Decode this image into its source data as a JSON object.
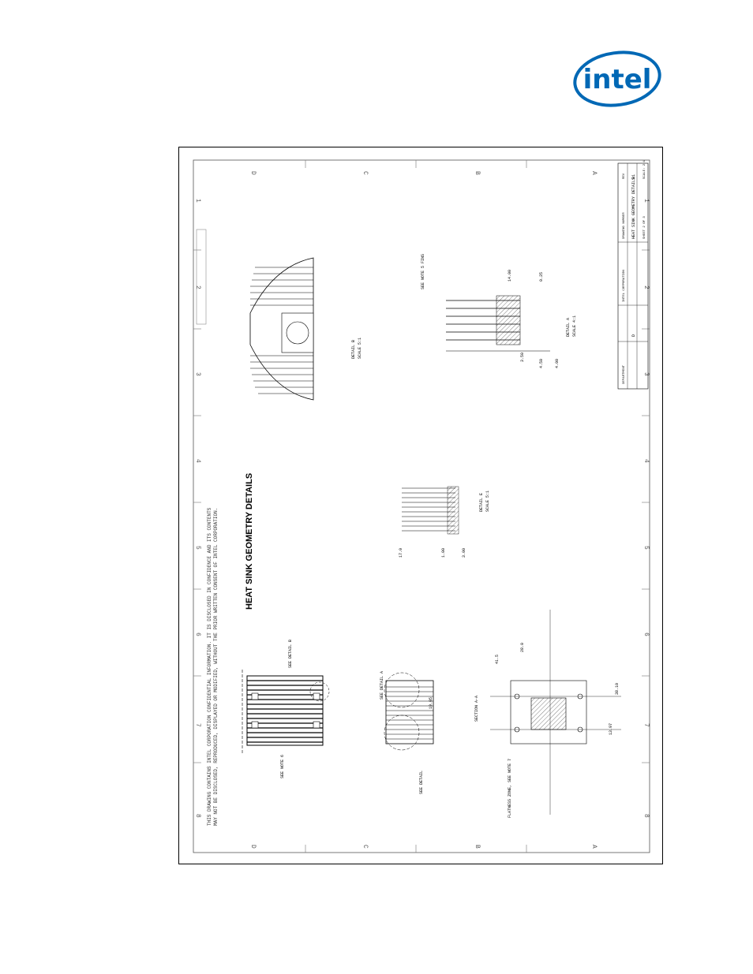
{
  "header": {
    "logo_text": "intel"
  },
  "drawing": {
    "title": "HEAT SINK GEOMETRY DETAILS",
    "proprietary_notice": [
      "THIS DRAWING CONTAINS INTEL CORPORATION CONFIDENTIAL INFORMATION. IT IS DISCLOSED IN CONFIDENCE AND ITS CONTENTS",
      "MAY NOT BE DISCLOSED, REPRODUCED, DISPLAYED OR MODIFIED, WITHOUT THE PRIOR WRITTEN CONSENT OF INTEL CORPORATION."
    ],
    "zone_rows": [
      "D",
      "C",
      "B",
      "A"
    ],
    "zone_cols": [
      "8",
      "7",
      "6",
      "5",
      "4",
      "3",
      "2",
      "1"
    ],
    "labels": {
      "see_note_6": "SEE NOTE 6",
      "see_detail_b": "SEE DETAIL B",
      "see_detail_a_top": "SEE DETAIL A",
      "see_detail": "SEE DETAIL",
      "section_aa": "SECTION A-A",
      "detail_e": "DETAIL E",
      "detail_e_scale": "SCALE 5:1",
      "detail_b": "DETAIL B",
      "detail_b_scale": "SCALE 5:1",
      "detail_a": "DETAIL A",
      "detail_a_scale": "SCALE 4:1",
      "flatness_zone": "FLATNESS ZONE, SEE NOTE 7",
      "see_note_5_fins": "SEE NOTE 5 FINS"
    },
    "dimensions": {
      "d_41_5": "41.5",
      "d_38_10": "38.10",
      "d_28_0": "28.0",
      "d_13_97": "13.97",
      "d_19_05": "19.05",
      "d_1_00": "1.00",
      "d_3_50": "3.50",
      "d_0_25": "0.25",
      "d_4_50": "4.50",
      "d_14_00": "14.00",
      "d_3_00": "3.00",
      "d_4_00": "4.00",
      "d_17_0": "17.0"
    },
    "title_block": {
      "company": "INTEL CORPORATION",
      "drawing_title": "HEAT SINK GEOMETRY DETAILS",
      "dwg_no_label": "DRAWING NUMBER",
      "sheet": "SHEET 2 OF 3",
      "rev": "REV",
      "rev_value": "01",
      "size": "D",
      "scale": "SCALE: 2:1",
      "part_no_label": "DEPARTMENT"
    }
  }
}
